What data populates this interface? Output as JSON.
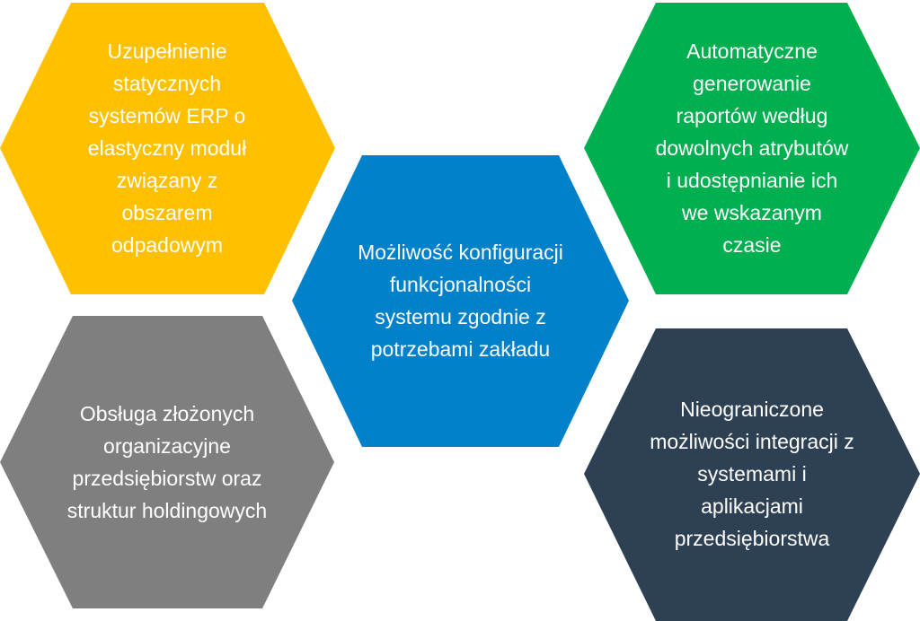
{
  "hexagons": [
    {
      "id": "erp",
      "color": "#FFC000",
      "text": "Uzupełnienie statycznych systemów ERP o elastyczny moduł związany z obszarem odpadowym"
    },
    {
      "id": "holding",
      "color": "#7F7F7F",
      "text": "Obsługa złożonych organizacyjne przedsiębiorstw oraz struktur holdingowych"
    },
    {
      "id": "config",
      "color": "#0081C9",
      "text": "Możliwość konfiguracji funkcjonalności systemu zgodnie z potrzebami zakładu"
    },
    {
      "id": "reports",
      "color": "#00B050",
      "text": "Automatyczne generowanie raportów według dowolnych atrybutów i udostępnianie ich we wskazanym czasie"
    },
    {
      "id": "integration",
      "color": "#2E4053",
      "text": "Nieograniczone możliwości integracji z systemami i aplikacjami przedsiębiorstwa"
    }
  ]
}
